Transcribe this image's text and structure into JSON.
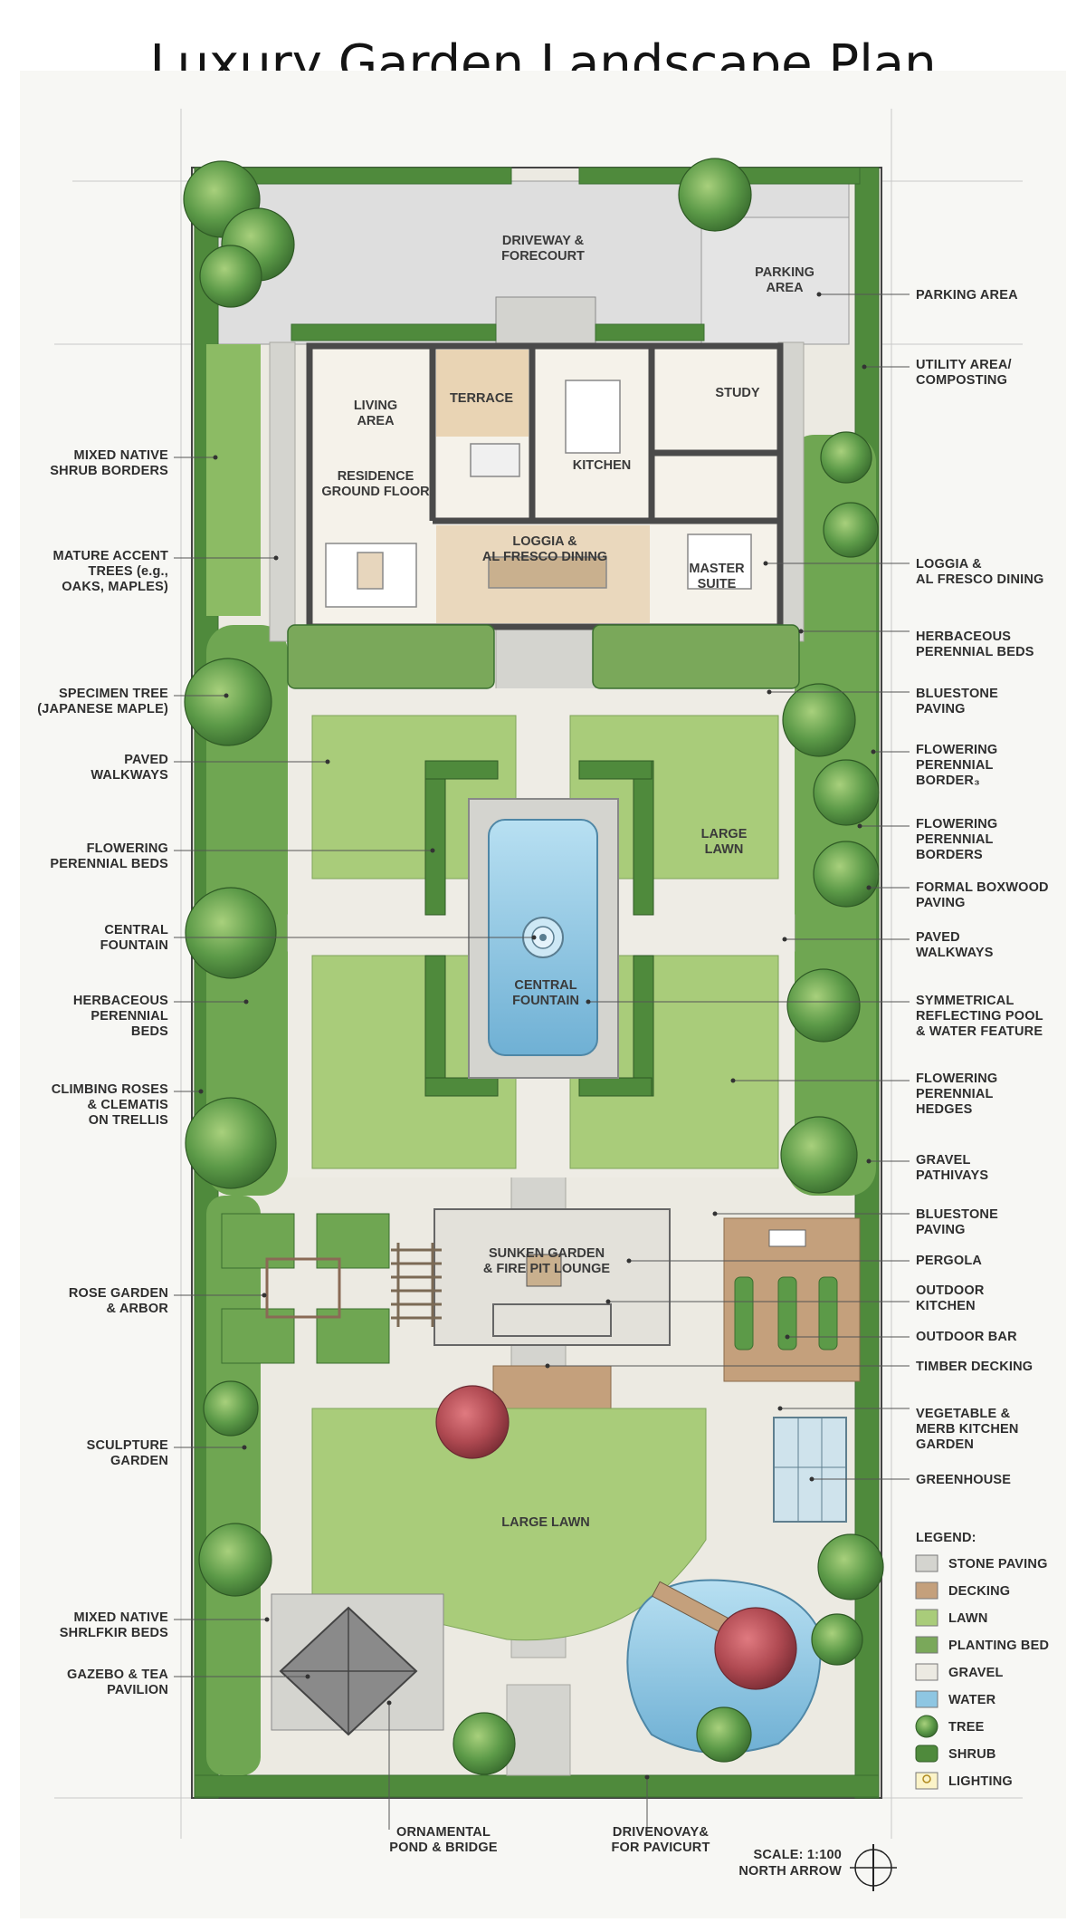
{
  "title": "Luxury Garden Landscape Plan",
  "rooms": {
    "driveway": [
      "DRIVEWAY &",
      "FORECOURT"
    ],
    "parking": [
      "PARKING",
      "AREA"
    ],
    "living": [
      "LIVING",
      "AREA"
    ],
    "terrace": [
      "TERRACE"
    ],
    "kitchen": [
      "KITCHEN"
    ],
    "study": [
      "STUDY"
    ],
    "residence": [
      "RESIDENCE",
      "GROUND FLOOR"
    ],
    "loggia": [
      "LOGGIA &",
      "AL FRESCO DINING"
    ],
    "master": [
      "MASTER",
      "SUITE"
    ],
    "large_lawn_top": [
      "LARGE",
      "LAWN"
    ],
    "central_fountain": [
      "CENTRAL",
      "FOUNTAIN"
    ],
    "sunken": [
      "SUNKEN GARDEN",
      "& FIRE PIT LOUNGE"
    ],
    "large_lawn_bottom": [
      "LARGE LAWN"
    ]
  },
  "left_labels": [
    [
      "MIXED NATIVE",
      "SHRUB BORDERS"
    ],
    [
      "MATURE ACCENT",
      "TREES (e.g.,",
      "OAKS, MAPLES)"
    ],
    [
      "SPECIMEN TREE",
      "(JAPANESE MAPLE)"
    ],
    [
      "PAVED",
      "WALKWAYS"
    ],
    [
      "FLOWERING",
      "PERENNIAL BEDS"
    ],
    [
      "CENTRAL",
      "FOUNTAIN"
    ],
    [
      "HERBACEOUS",
      "PERENNIAL",
      "BEDS"
    ],
    [
      "CLIMBING ROSES",
      "& CLEMATIS",
      "ON TRELLIS"
    ],
    [
      "ROSE GARDEN",
      "& ARBOR"
    ],
    [
      "SCULPTURE",
      "GARDEN"
    ],
    [
      "MIXED NATIVE",
      "SHRLFKIR BEDS"
    ],
    [
      "GAZEBO & TEA",
      "PAVILION"
    ]
  ],
  "right_labels": [
    [
      "PARKING AREA"
    ],
    [
      "UTILITY AREA/",
      "COMPOSTING"
    ],
    [
      "LOGGIA &",
      "AL FRESCO DINING"
    ],
    [
      "HERBACEOUS",
      "PERENNIAL BEDS"
    ],
    [
      "BLUESTONE",
      "PAVING"
    ],
    [
      "FLOWERING",
      "PERENNIAL",
      "BORDER₃"
    ],
    [
      "FLOWERING",
      "PERENNIAL",
      "BORDERS"
    ],
    [
      "FORMAL BOXWOOD",
      "PAVING"
    ],
    [
      "PAVED",
      "WALKWAYS"
    ],
    [
      "SYMMETRICAL",
      "REFLECTING POOL",
      "& WATER FEATURE"
    ],
    [
      "FLOWERING",
      "PERENNIAL",
      "HEDGES"
    ],
    [
      "GRAVEL",
      "PATHIVAYS"
    ],
    [
      "BLUESTONE",
      "PAVING"
    ],
    [
      "PERGOLA"
    ],
    [
      "OUTDOOR",
      "KITCHEN"
    ],
    [
      "OUTDOOR BAR"
    ],
    [
      "TIMBER DECKING"
    ],
    [
      "VEGETABLE &",
      "MERB KITCHEN",
      "GARDEN"
    ],
    [
      "GREENHOUSE"
    ]
  ],
  "bottom_labels": [
    [
      "ORNAMENTAL",
      "POND & BRIDGE"
    ],
    [
      "DRIVENOVAY&",
      "FOR PAVICURT"
    ]
  ],
  "legend": {
    "heading": "LEGEND:",
    "items": [
      "STONE PAVING",
      "DECKING",
      "LAWN",
      "PLANTING BED",
      "GRAVEL",
      "WATER",
      "TREE",
      "SHRUB",
      "LIGHTING"
    ]
  },
  "scale": [
    "SCALE: 1:100",
    "NORTH ARROW"
  ],
  "colors": {
    "lawn": "#a9cc7a",
    "stone": "#d9d9d4",
    "decking": "#c4a07c",
    "water": "#8ec6e2",
    "hedge": "#4f8a3c",
    "tree": "#5c9a48",
    "maple": "#b04a52",
    "wall": "#4a4a4a",
    "gravel": "#eceae2"
  }
}
